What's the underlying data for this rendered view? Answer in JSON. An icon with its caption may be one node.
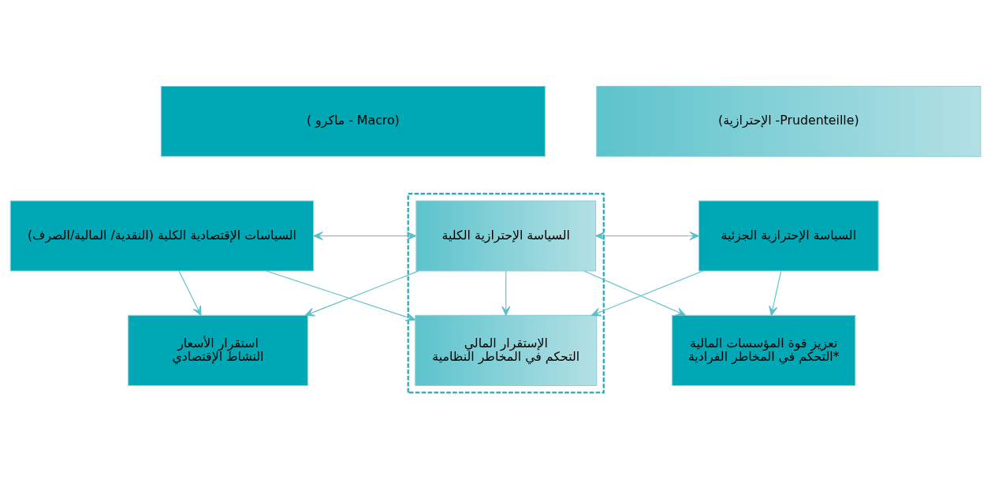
{
  "diagram": {
    "nodes": [
      {
        "text": [
          "( ماكرو - Macro)"
        ]
      },
      {
        "text": [
          "(الإحترازية -Prudenteille)"
        ]
      },
      {
        "text": [
          "السياسات الإقتصادية الكلية (النقدية/ المالية/الصرف)"
        ]
      },
      {
        "text": [],
        "shape": "box"
      },
      {
        "text": [
          "السياسة الإحترازية الكلية"
        ],
        "in": 3
      },
      {
        "text": [
          "السياسة الإحترازية الجزئية"
        ]
      },
      {
        "text": [
          "استقرار الأسعار",
          "النشاط الإقتصادي"
        ]
      },
      {
        "text": [
          "الإستقرار المالي",
          "التحكم في المخاطر النظامية"
        ],
        "in": 3
      },
      {
        "text": [
          "تعزيز قوة المؤسسات المالية",
          "التحكم في المخاطر الفرادية*"
        ]
      }
    ],
    "edges": [
      {
        "from": 2,
        "to": 4,
        "arrow": "both"
      },
      {
        "from": 4,
        "to": 5,
        "arrow": "both"
      },
      {
        "from": 2,
        "to": 6,
        "arrow": "to"
      },
      {
        "from": 2,
        "to": 7,
        "arrow": "to"
      },
      {
        "from": 4,
        "to": 6,
        "arrow": "to"
      },
      {
        "from": 4,
        "to": 7,
        "arrow": "to"
      },
      {
        "from": 4,
        "to": 8,
        "arrow": "to"
      },
      {
        "from": 5,
        "to": 7,
        "arrow": "to"
      },
      {
        "from": 5,
        "to": 8,
        "arrow": "to"
      }
    ]
  }
}
